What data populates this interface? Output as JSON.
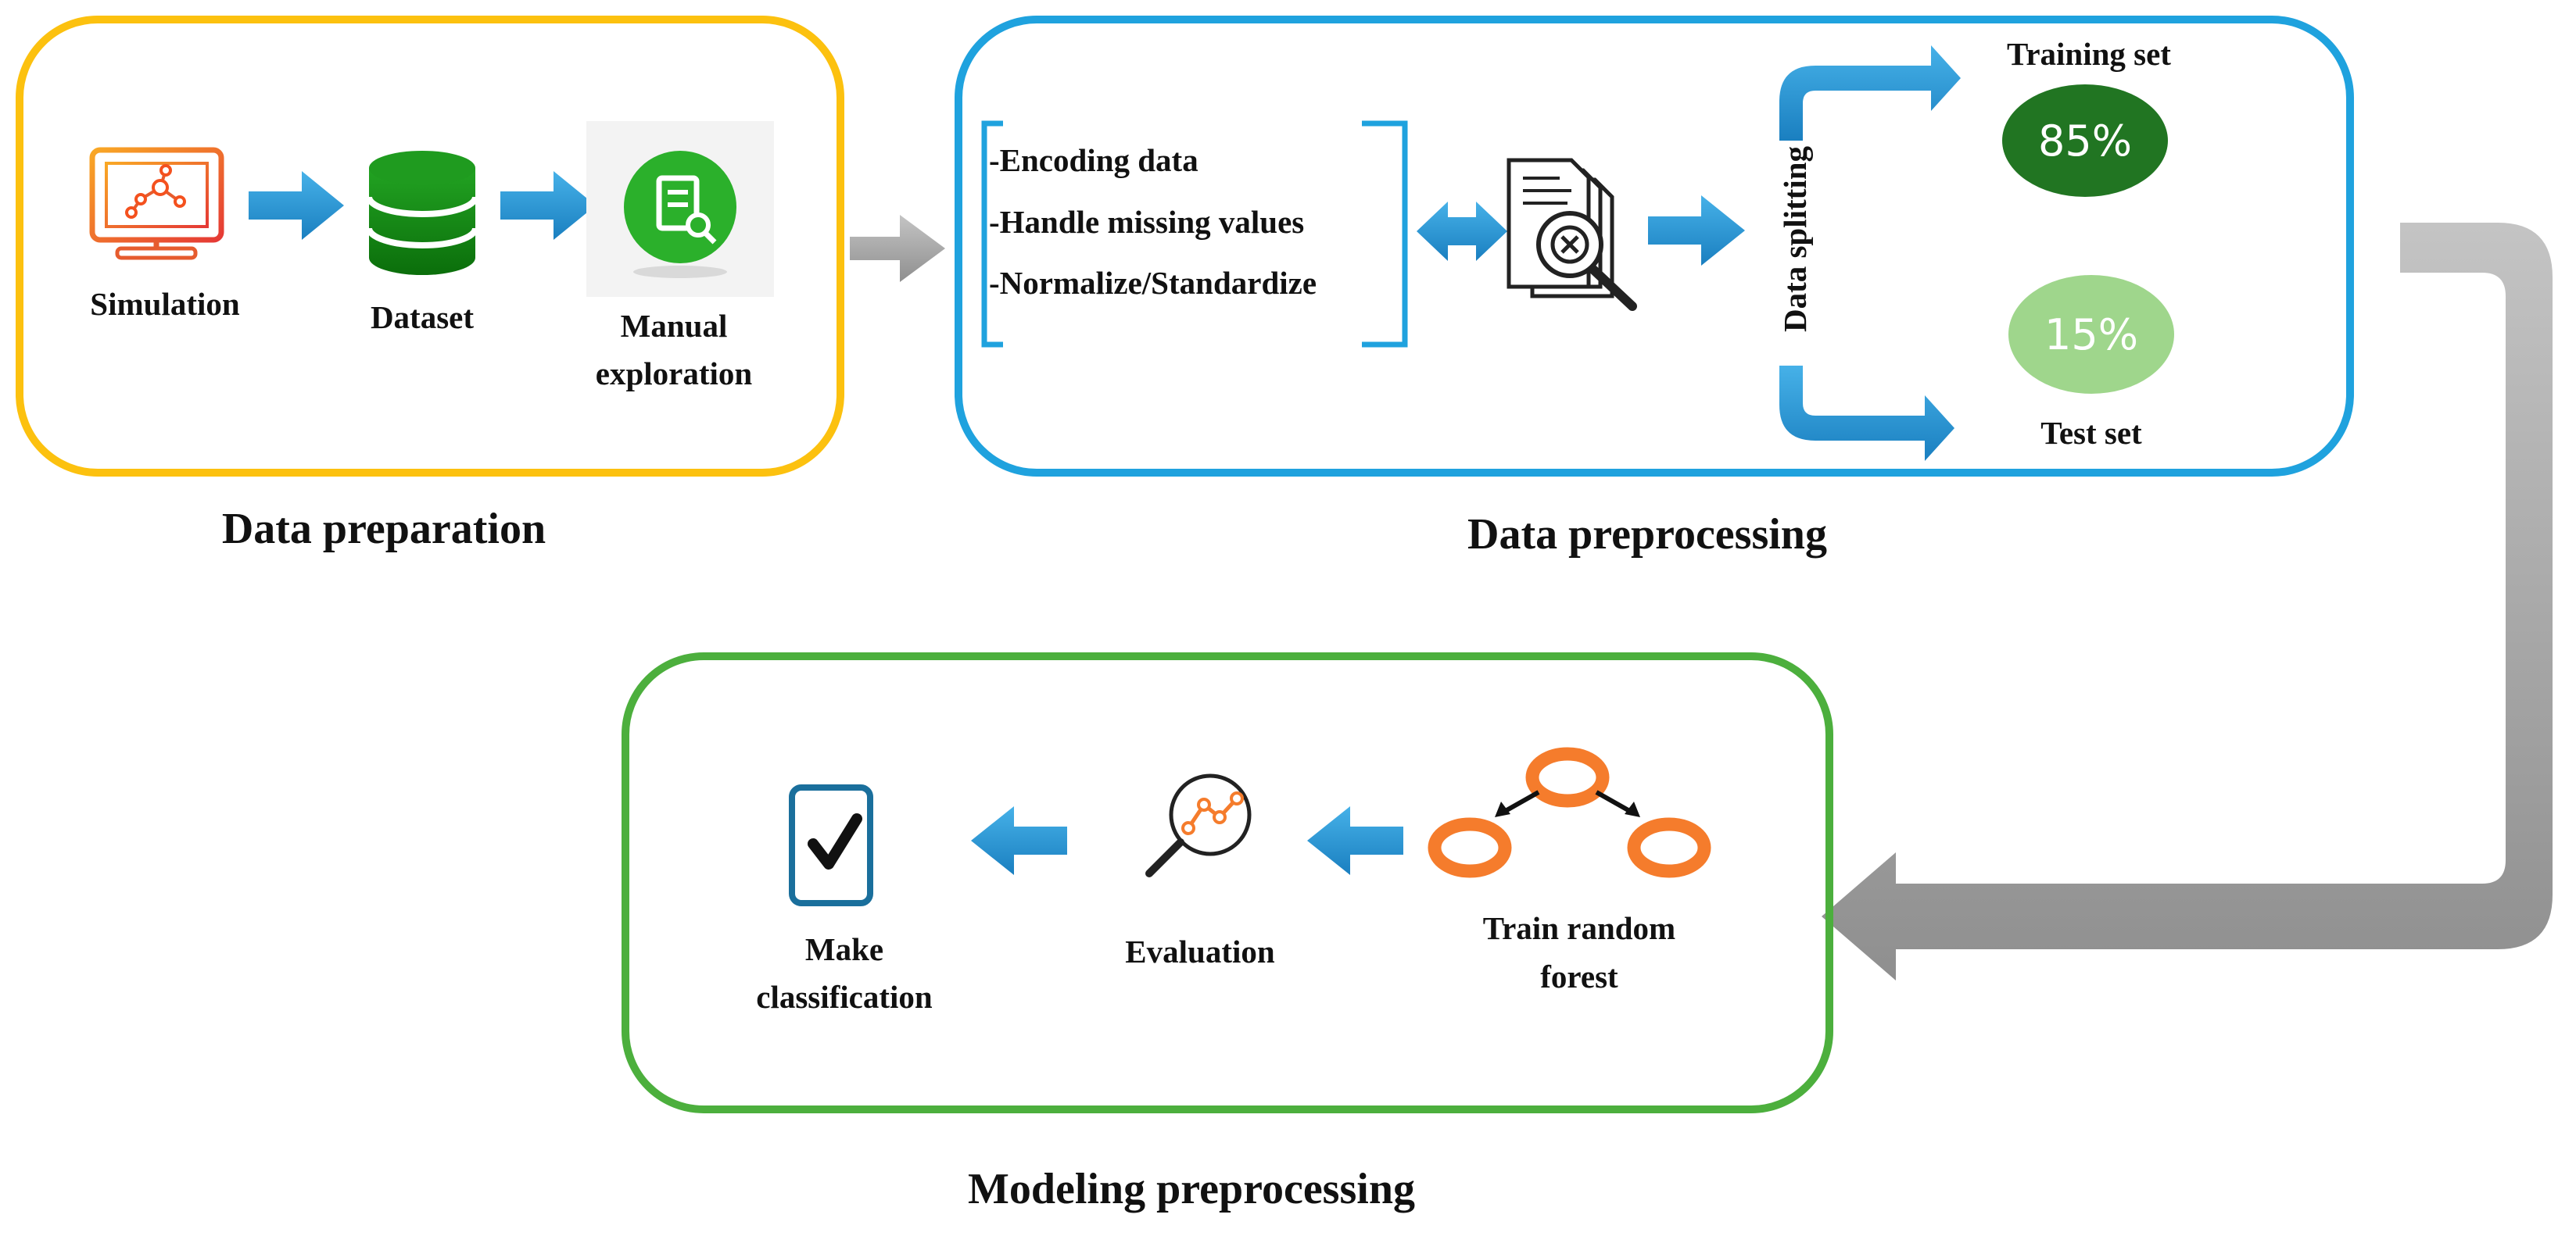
{
  "sections": {
    "preparation": {
      "title": "Data preparation",
      "border_color": "#fcc10f",
      "steps": [
        {
          "label": "Simulation",
          "icon": "monitor-network-icon"
        },
        {
          "label": "Dataset",
          "icon": "database-icon"
        },
        {
          "label_line1": "Manual",
          "label_line2": "exploration",
          "icon": "document-search-icon"
        }
      ]
    },
    "preprocessing": {
      "title": "Data preprocessing",
      "border_color": "#1fa2de",
      "tasks": [
        "-Encoding data",
        "-Handle missing values",
        "-Normalize/Standardize"
      ],
      "review_icon": "document-review-icon",
      "splitting_label": "Data splitting",
      "training": {
        "label": "Training set",
        "percent": "85%",
        "color": "#217522"
      },
      "test": {
        "label": "Test set",
        "percent": "15%",
        "color": "#9fd68c"
      }
    },
    "modeling": {
      "title": "Modeling preprocessing",
      "border_color": "#4caf3d",
      "steps": [
        {
          "label_line1": "Train random",
          "label_line2": "forest",
          "icon": "tree-nodes-icon"
        },
        {
          "label": "Evaluation",
          "icon": "magnifier-chart-icon"
        },
        {
          "label_line1": "Make",
          "label_line2": "classification",
          "icon": "checkbox-icon"
        }
      ]
    }
  },
  "colors": {
    "blue_arrow": "#1a8fd0",
    "gray_arrow": "#a6a6a6",
    "orange": "#f57c2c"
  }
}
